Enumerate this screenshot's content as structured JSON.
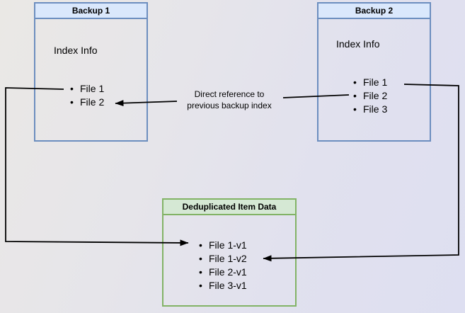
{
  "colors": {
    "blue_fill": "#dae8fc",
    "blue_border": "#6c8ebf",
    "green_fill": "#d5e8d4",
    "green_border": "#82b366",
    "line": "#000000"
  },
  "nodes": {
    "backup1": {
      "title": "Backup 1",
      "section": "Index Info",
      "items": [
        "File 1",
        "File 2"
      ]
    },
    "backup2": {
      "title": "Backup 2",
      "section": "Index Info",
      "items": [
        "File 1",
        "File 2",
        "File 3"
      ]
    },
    "dedup": {
      "title": "Deduplicated Item Data",
      "items": [
        "File 1-v1",
        "File 1-v2",
        "File 2-v1",
        "File 3-v1"
      ]
    }
  },
  "annotations": {
    "direct_reference": "Direct reference to\nprevious backup index"
  }
}
